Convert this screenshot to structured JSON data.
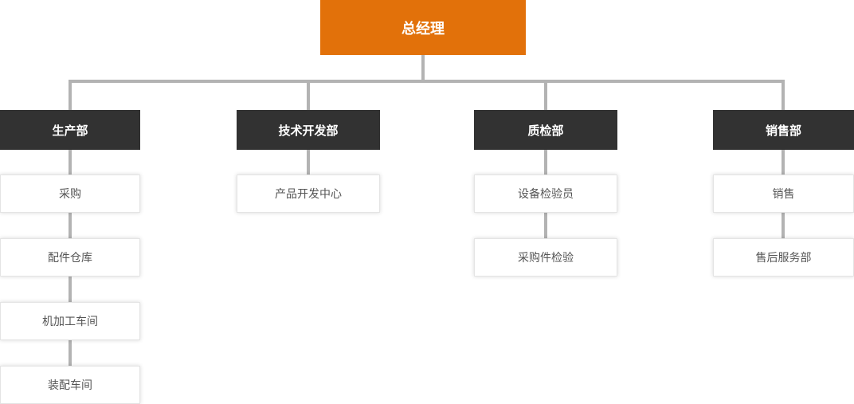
{
  "chart": {
    "title": "org-structure",
    "root": {
      "label": "总经理"
    },
    "departments": [
      {
        "label": "生产部",
        "children": [
          {
            "label": "采购"
          },
          {
            "label": "配件仓库"
          },
          {
            "label": "机加工车间"
          },
          {
            "label": "装配车间"
          }
        ]
      },
      {
        "label": "技术开发部",
        "children": [
          {
            "label": "产品开发中心"
          }
        ]
      },
      {
        "label": "质检部",
        "children": [
          {
            "label": "设备检验员"
          },
          {
            "label": "采购件检验"
          }
        ]
      },
      {
        "label": "销售部",
        "children": [
          {
            "label": "销售"
          },
          {
            "label": "售后服务部"
          }
        ]
      }
    ],
    "colors": {
      "root_bg": "#e2710a",
      "dept_bg": "#323232",
      "leaf_bg": "#ffffff",
      "leaf_border": "#e4e4e4",
      "connector": "#b3b3b3",
      "root_text": "#ffffff",
      "dept_text": "#ffffff",
      "leaf_text": "#555555"
    }
  }
}
